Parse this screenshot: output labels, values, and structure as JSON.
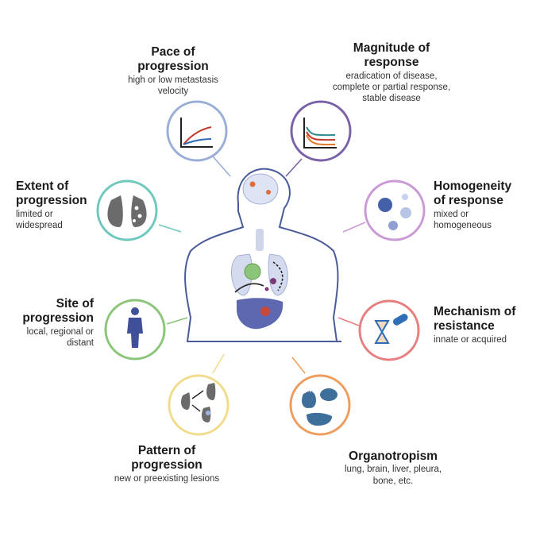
{
  "categories": [
    {
      "title_1": "Pace of",
      "title_2": "progression",
      "desc": [
        "high or low metastasis",
        "velocity"
      ]
    },
    {
      "title_1": "Magnitude of",
      "title_2": "response",
      "desc": [
        "eradication of disease,",
        "complete or partial response,",
        "stable disease"
      ]
    },
    {
      "title_1": "Extent of",
      "title_2": "progression",
      "desc": [
        "limited or",
        "widespread"
      ]
    },
    {
      "title_1": "Homogeneity",
      "title_2": "of response",
      "desc": [
        "mixed or",
        "homogeneous"
      ]
    },
    {
      "title_1": "Site of",
      "title_2": "progression",
      "desc": [
        "local, regional or",
        "distant"
      ]
    },
    {
      "title_1": "Mechanism of",
      "title_2": "resistance",
      "desc": [
        "innate or acquired"
      ]
    },
    {
      "title_1": "Pattern of",
      "title_2": "progression",
      "desc": [
        "new or preexisting lesions"
      ]
    },
    {
      "title_1": "Organotropism",
      "title_2": "",
      "desc": [
        "lung, brain, liver, pleura,",
        "bone, etc."
      ]
    }
  ],
  "colors": {
    "pace": "#9aaed6",
    "magnitude": "#7a62a8",
    "extent": "#6fc7bd",
    "homogeneity": "#c99ad6",
    "site": "#8bc57a",
    "mechanism": "#e77f7f",
    "pattern": "#f0dc8a",
    "organotropism": "#ef9d5e",
    "body_outline": "#4a5a9a"
  }
}
